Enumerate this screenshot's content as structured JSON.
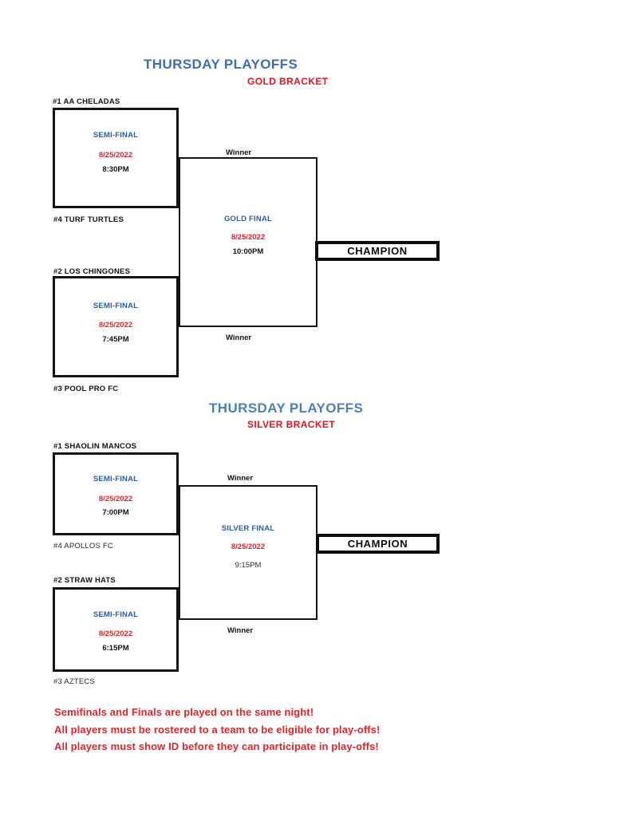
{
  "colors": {
    "title_blue": "#3e6db8",
    "title_blue_light": "#4a80c0",
    "match_blue": "#2a5ca8",
    "accent_red": "#e02428",
    "bracket_red": "#e8131b",
    "line_black": "#141414"
  },
  "brackets": [
    {
      "title": "THURSDAY PLAYOFFS",
      "subtitle": "GOLD BRACKET",
      "semi1": {
        "seed_top": "#1 AA CHELADAS",
        "seed_bottom": "#4 TURF TURTLES",
        "label": "SEMI-FINAL",
        "date": "8/25/2022",
        "time": "8:30PM"
      },
      "semi2": {
        "seed_top": "#2 LOS CHINGONES",
        "seed_bottom": "#3 POOL PRO FC",
        "label": "SEMI-FINAL",
        "date": "8/25/2022",
        "time": "7:45PM"
      },
      "final": {
        "label": "GOLD FINAL",
        "date": "8/25/2022",
        "time": "10:00PM"
      },
      "winner_top": "Winner",
      "winner_bottom": "Winner",
      "champion": "CHAMPION"
    },
    {
      "title": "THURSDAY PLAYOFFS",
      "subtitle": "SILVER BRACKET",
      "semi1": {
        "seed_top": "#1 SHAOLIN MANCOS",
        "seed_bottom": "#4  APOLLOS FC",
        "label": "SEMI-FINAL",
        "date": "8/25/2022",
        "time": "7:00PM"
      },
      "semi2": {
        "seed_top": "#2 STRAW HATS",
        "seed_bottom": "#3 AZTECS",
        "label": "SEMI-FINAL",
        "date": "8/25/2022",
        "time": "6:15PM"
      },
      "final": {
        "label": "SILVER FINAL",
        "date": "8/25/2022",
        "time": "9:15PM"
      },
      "winner_top": "Winner",
      "winner_bottom": "Winner",
      "champion": "CHAMPION"
    }
  ],
  "notes": [
    "Semifinals and Finals are played on the same night!",
    "All players must be rostered to a team to be eligible for play-offs!",
    "All players must show ID before they can participate in play-offs!"
  ]
}
